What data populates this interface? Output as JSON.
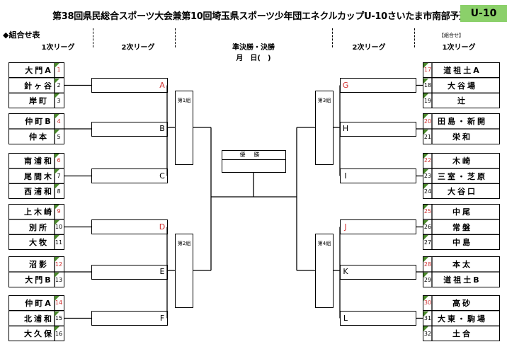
{
  "title": "第38回県民総合スポーツ大会兼第10回埼玉県スポーツ少年団エネクルカップU-10さいたま市南部予選",
  "badge": "U-10",
  "section_title": "◆組合せ表",
  "headers": {
    "left_first": "1次リーグ",
    "left_second": "2次リーグ",
    "center_line1": "準決勝・決勝",
    "center_line2": "月　日(　)",
    "right_second": "2次リーグ",
    "right_first": "1次リーグ",
    "right_note": "【組合せ】"
  },
  "final_label": "優勝",
  "left_groups": [
    {
      "teams": [
        {
          "name": "大門A",
          "num": "1",
          "red": true
        },
        {
          "name": "針ヶ谷",
          "num": "2",
          "red": false
        },
        {
          "name": "岸町",
          "num": "3",
          "red": false
        }
      ],
      "match": "A",
      "red": true
    },
    {
      "teams": [
        {
          "name": "仲町B",
          "num": "4",
          "red": true
        },
        {
          "name": "仲本",
          "num": "5",
          "red": false
        }
      ],
      "match": "B",
      "red": false
    },
    {
      "teams": [
        {
          "name": "南浦和",
          "num": "6",
          "red": true
        },
        {
          "name": "尾間木",
          "num": "7",
          "red": false
        },
        {
          "name": "西浦和",
          "num": "8",
          "red": false
        }
      ],
      "match": "C",
      "red": false
    },
    {
      "teams": [
        {
          "name": "上木崎",
          "num": "9",
          "red": true
        },
        {
          "name": "別所",
          "num": "10",
          "red": false
        },
        {
          "name": "大牧",
          "num": "11",
          "red": false
        }
      ],
      "match": "D",
      "red": true
    },
    {
      "teams": [
        {
          "name": "沼影",
          "num": "12",
          "red": true
        },
        {
          "name": "大門B",
          "num": "13",
          "red": false
        }
      ],
      "match": "E",
      "red": false
    },
    {
      "teams": [
        {
          "name": "仲町A",
          "num": "14",
          "red": true
        },
        {
          "name": "北浦和",
          "num": "15",
          "red": false
        },
        {
          "name": "大久保",
          "num": "16",
          "red": false
        }
      ],
      "match": "F",
      "red": false
    }
  ],
  "right_groups": [
    {
      "teams": [
        {
          "name": "道祖土A",
          "num": "17",
          "red": true
        },
        {
          "name": "大谷場",
          "num": "18",
          "red": false
        },
        {
          "name": "辻",
          "num": "19",
          "red": false
        }
      ],
      "match": "G",
      "red": true
    },
    {
      "teams": [
        {
          "name": "田島・新開",
          "num": "20",
          "red": true
        },
        {
          "name": "栄和",
          "num": "21",
          "red": false
        }
      ],
      "match": "H",
      "red": false
    },
    {
      "teams": [
        {
          "name": "木崎",
          "num": "22",
          "red": true
        },
        {
          "name": "三室・芝原",
          "num": "23",
          "red": false
        },
        {
          "name": "大谷口",
          "num": "24",
          "red": false
        }
      ],
      "match": "I",
      "red": false
    },
    {
      "teams": [
        {
          "name": "中尾",
          "num": "25",
          "red": true
        },
        {
          "name": "常盤",
          "num": "26",
          "red": false
        },
        {
          "name": "中島",
          "num": "27",
          "red": false
        }
      ],
      "match": "J",
      "red": true
    },
    {
      "teams": [
        {
          "name": "本太",
          "num": "28",
          "red": true
        },
        {
          "name": "道祖土B",
          "num": "29",
          "red": false
        }
      ],
      "match": "K",
      "red": false
    },
    {
      "teams": [
        {
          "name": "高砂",
          "num": "30",
          "red": true
        },
        {
          "name": "大東・駒場",
          "num": "31",
          "red": false
        },
        {
          "name": "土合",
          "num": "32",
          "red": false
        }
      ],
      "match": "L",
      "red": false
    }
  ],
  "pools": [
    "第1組",
    "第2組",
    "第3組",
    "第4組"
  ]
}
